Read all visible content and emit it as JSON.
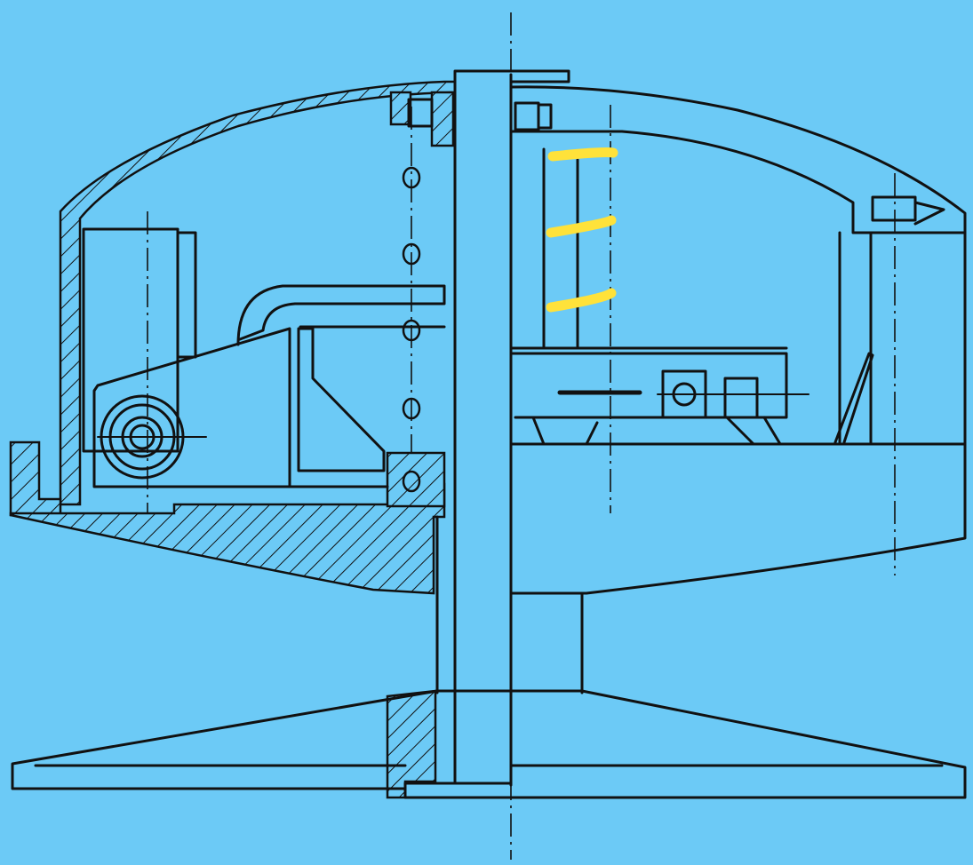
{
  "colors": {
    "background": "#6ccaf6",
    "line": "#111111",
    "spring": "#ffe23a",
    "section_hatch": "#111111"
  },
  "icons": {
    "spring": "helical-compression-spring",
    "roller": "roller-pivot",
    "shaft": "vertical-shaft"
  }
}
